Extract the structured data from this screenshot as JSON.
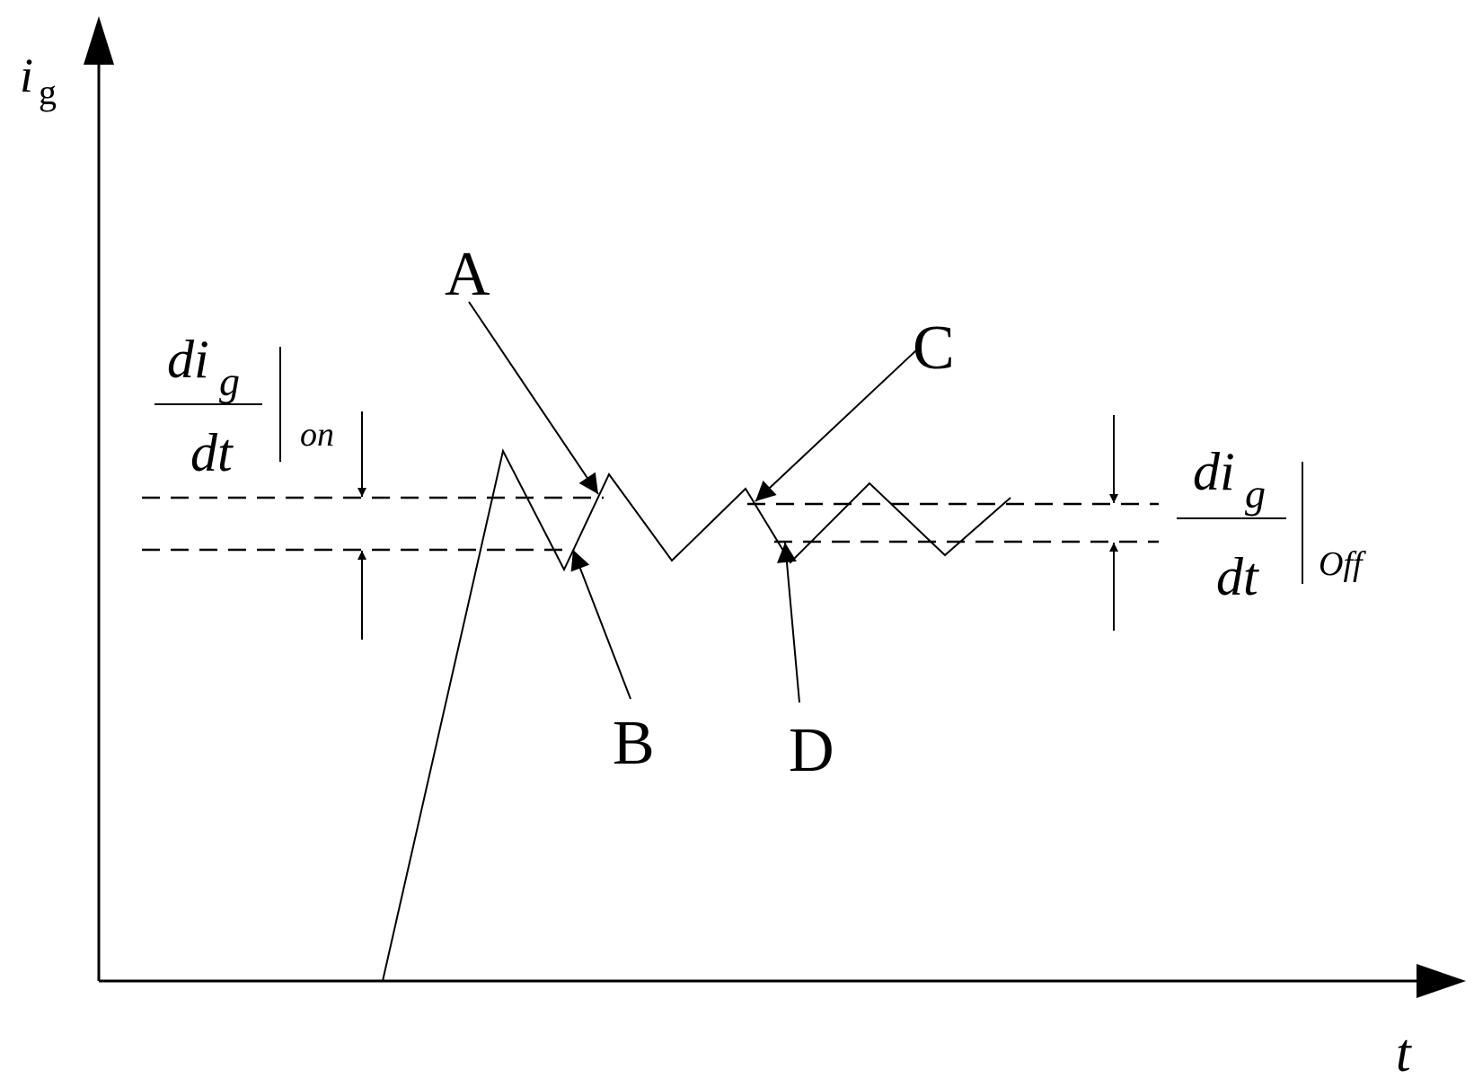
{
  "axes": {
    "y_label": "i",
    "y_label_sub": "g",
    "x_label": "t"
  },
  "points": {
    "a": "A",
    "b": "B",
    "c": "C",
    "d": "D"
  },
  "didt_on": {
    "numerator": "di",
    "numerator_sub": "g",
    "denominator": "dt",
    "qualifier": "on"
  },
  "didt_off": {
    "numerator": "di",
    "numerator_sub": "g",
    "denominator": "dt",
    "qualifier": "Off"
  },
  "colors": {
    "ink": "#000000",
    "background": "#ffffff"
  }
}
